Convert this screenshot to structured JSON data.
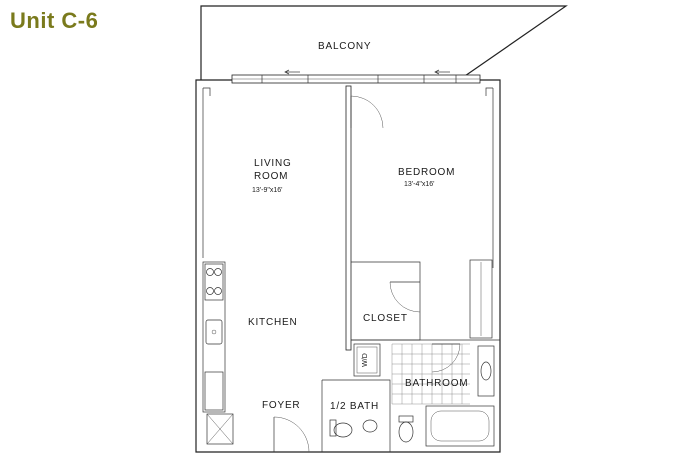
{
  "title": "Unit C-6",
  "colors": {
    "title": "#7a7a1c",
    "lines": "#222222",
    "background": "#ffffff"
  },
  "rooms": {
    "balcony": {
      "name": "BALCONY"
    },
    "living_room": {
      "name_line1": "LIVING",
      "name_line2": "ROOM",
      "dimensions": "13'-9\"x16'"
    },
    "bedroom": {
      "name": "BEDROOM",
      "dimensions": "13'-4\"x16'"
    },
    "kitchen": {
      "name": "KITCHEN"
    },
    "closet": {
      "name": "CLOSET"
    },
    "bathroom": {
      "name": "BATHROOM"
    },
    "half_bath": {
      "name": "1/2 BATH"
    },
    "foyer": {
      "name": "FOYER"
    },
    "washer_dryer": {
      "name": "W/D"
    }
  }
}
